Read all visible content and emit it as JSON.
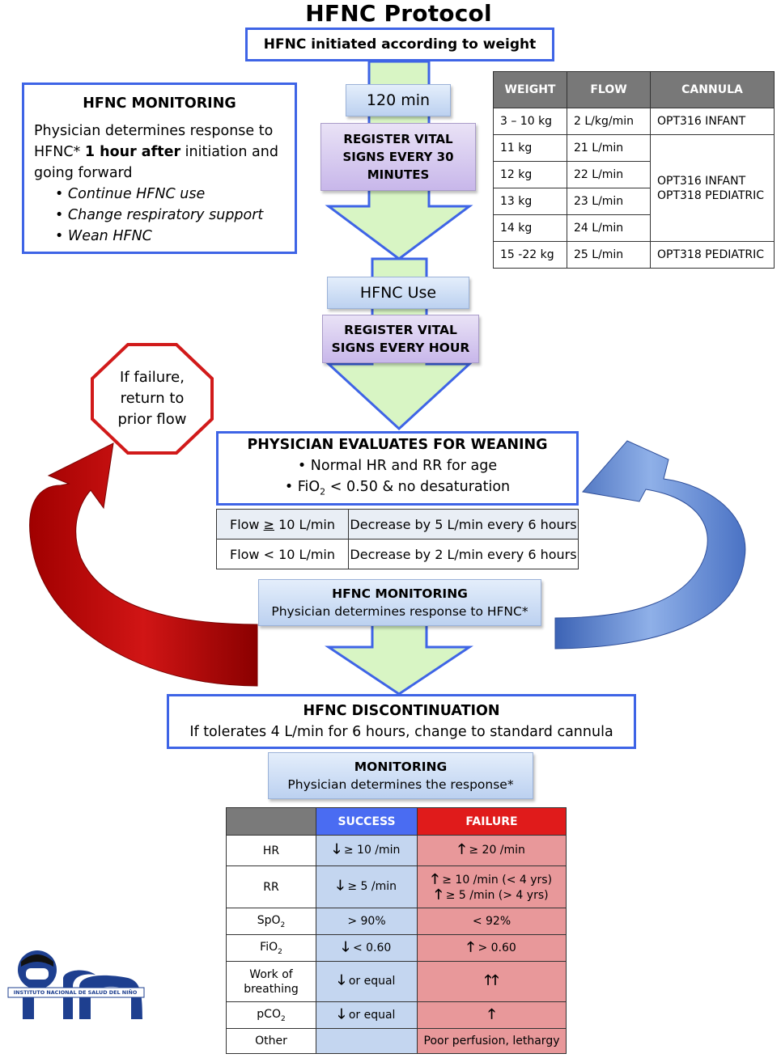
{
  "title": "HFNC Protocol",
  "initiated": "HFNC initiated according to weight",
  "monitoring_box": {
    "heading": "HFNC MONITORING",
    "line1": "Physician determines response to",
    "line2a": "HFNC* ",
    "line2b": "1 hour after",
    "line2c": " initiation and",
    "line3": "going forward",
    "bullets": [
      "Continue HFNC use",
      "Change respiratory support",
      "Wean HFNC"
    ]
  },
  "step_120": "120 min",
  "vitals_30": [
    "REGISTER VITAL",
    "SIGNS EVERY 30",
    "MINUTES"
  ],
  "hfnc_use": "HFNC Use",
  "vitals_hour": [
    "REGISTER VITAL",
    "SIGNS EVERY HOUR"
  ],
  "weight_table": {
    "headers": [
      "WEIGHT",
      "FLOW",
      "CANNULA"
    ],
    "rows": [
      {
        "weight": "3 – 10 kg",
        "flow": "2 L/kg/min"
      },
      {
        "weight": "11 kg",
        "flow": "21 L/min"
      },
      {
        "weight": "12 kg",
        "flow": "22 L/min"
      },
      {
        "weight": "13 kg",
        "flow": "23 L/min"
      },
      {
        "weight": "14 kg",
        "flow": "24 L/min"
      },
      {
        "weight": "15 -22 kg",
        "flow": "25 L/min"
      }
    ],
    "cannula": [
      "OPT316 INFANT",
      "OPT316 INFANT",
      "OPT318 PEDIATRIC",
      "OPT318 PEDIATRIC"
    ]
  },
  "failure_sign": [
    "If failure,",
    "return to",
    "prior flow"
  ],
  "weaning": {
    "heading": "PHYSICIAN EVALUATES FOR WEANING",
    "b1": "Normal HR and RR for age",
    "b2a": "FiO",
    "b2sub": "2",
    "b2b": " < 0.50 & no desaturation"
  },
  "wean_table": [
    {
      "flow_a": "Flow ",
      "flow_ge": "≥",
      "flow_b": " 10 L/min",
      "action": "Decrease by 5 L/min every 6 hours"
    },
    {
      "flow_a": "Flow < 10 L/min",
      "action": "Decrease by 2 L/min every 6 hours"
    }
  ],
  "hfnc_monitoring2": {
    "heading": "HFNC MONITORING",
    "text": "Physician determines response to HFNC*"
  },
  "discontinuation": {
    "heading": "HFNC DISCONTINUATION",
    "text": "If tolerates 4 L/min for 6 hours, change to standard cannula"
  },
  "monitoring3": {
    "heading": "MONITORING",
    "text": "Physician determines the response*"
  },
  "response_table": {
    "success": "SUCCESS",
    "failure": "FAILURE",
    "hr": {
      "label": "HR",
      "s": "≥  10 /min",
      "f": "≥  20 /min"
    },
    "rr": {
      "label": "RR",
      "s": "≥  5 /min",
      "f1": "≥  10 /min (< 4 yrs)",
      "f2": "≥  5 /min (> 4 yrs)"
    },
    "spo2": {
      "label": "SpO",
      "sub": "2",
      "s": "> 90%",
      "f": "< 92%"
    },
    "fio2": {
      "label": "FiO",
      "sub": "2",
      "s": "< 0.60",
      "f": "> 0.60"
    },
    "wob": {
      "label1": "Work of",
      "label2": "breathing",
      "s": "or equal"
    },
    "pco2": {
      "label": "pCO",
      "sub": "2",
      "s": "or equal"
    },
    "other": {
      "label": "Other",
      "f": "Poor perfusion, lethargy"
    }
  },
  "logo_text": "INSTITUTO NACIONAL DE SALUD DEL NIÑO"
}
